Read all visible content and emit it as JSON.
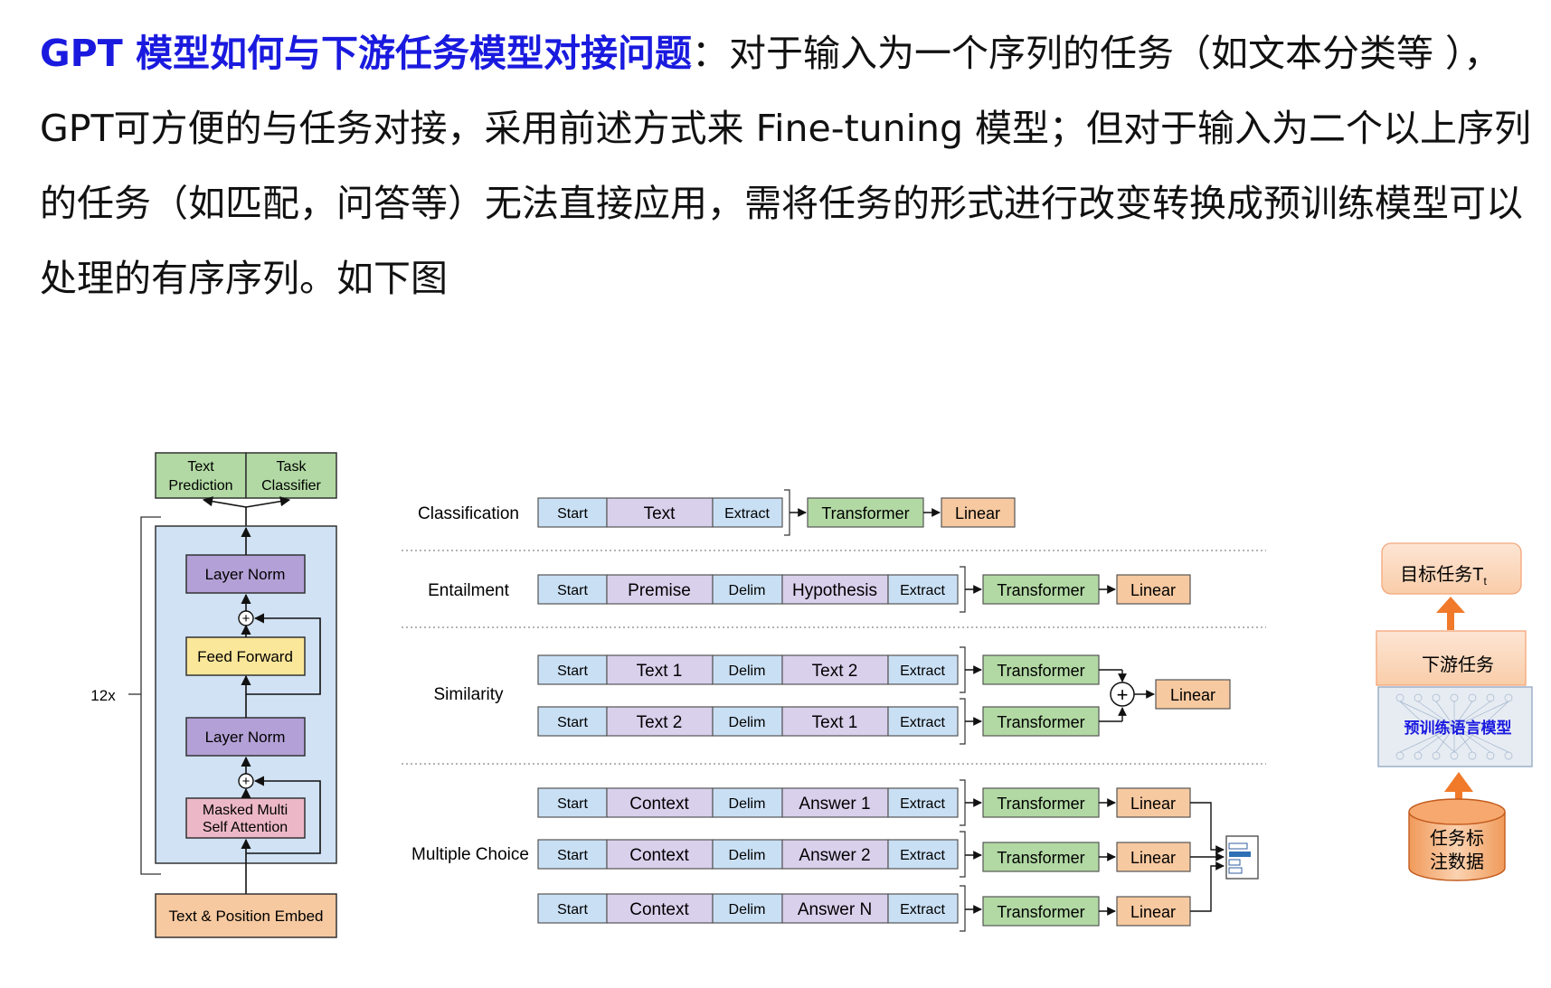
{
  "intro": {
    "highlight": "GPT 模型如何与下游任务模型对接问题",
    "body": "：对于输入为一个序列的任务（如文本分类等 ），GPT可方便的与任务对接，采用前述方式来 Fine-tuning 模型；但对于输入为二个以上序列的任务（如匹配，问答等）无法直接应用，需将任务的形式进行改变转换成预训练模型可以处理的有序序列。如下图"
  },
  "arch": {
    "text_prediction": [
      "Text",
      "Prediction"
    ],
    "task_classifier": [
      "Task",
      "Classifier"
    ],
    "layer_norm_top": "Layer Norm",
    "feed_forward": "Feed Forward",
    "layer_norm_bottom": "Layer Norm",
    "attention": [
      "Masked Multi",
      "Self Attention"
    ],
    "repeat": "12x",
    "embed": "Text & Position Embed",
    "plus": "+"
  },
  "tasks": {
    "classification": {
      "label": "Classification",
      "tokens": [
        "Start",
        "Text",
        "Extract"
      ],
      "transformer": "Transformer",
      "linear": "Linear"
    },
    "entailment": {
      "label": "Entailment",
      "tokens": [
        "Start",
        "Premise",
        "Delim",
        "Hypothesis",
        "Extract"
      ],
      "transformer": "Transformer",
      "linear": "Linear"
    },
    "similarity": {
      "label": "Similarity",
      "rows": [
        [
          "Start",
          "Text 1",
          "Delim",
          "Text 2",
          "Extract"
        ],
        [
          "Start",
          "Text 2",
          "Delim",
          "Text 1",
          "Extract"
        ]
      ],
      "transformer": "Transformer",
      "plus": "+",
      "linear": "Linear"
    },
    "multiple_choice": {
      "label": "Multiple Choice",
      "rows": [
        [
          "Start",
          "Context",
          "Delim",
          "Answer 1",
          "Extract"
        ],
        [
          "Start",
          "Context",
          "Delim",
          "Answer 2",
          "Extract"
        ],
        [
          "Start",
          "Context",
          "Delim",
          "Answer N",
          "Extract"
        ]
      ],
      "transformer": "Transformer",
      "linear": "Linear"
    }
  },
  "pipeline": {
    "target": "目标任务T",
    "target_sub": "t",
    "downstream": "下游任务",
    "pretrained": "预训练语言模型",
    "data": [
      "任务标",
      "注数据"
    ]
  },
  "colors": {
    "highlight": "#1a1adf",
    "token_blue": "#c9dff4",
    "token_purple": "#d9d0ec",
    "transformer_green": "#b2d9a4",
    "linear_orange": "#f7c9a0",
    "layer_norm": "#b3a0d6",
    "feed_forward": "#fbe79a",
    "attention": "#ecb8c8",
    "block_bg": "#d0e2f4",
    "pipeline_orange": "#f07a2a"
  }
}
